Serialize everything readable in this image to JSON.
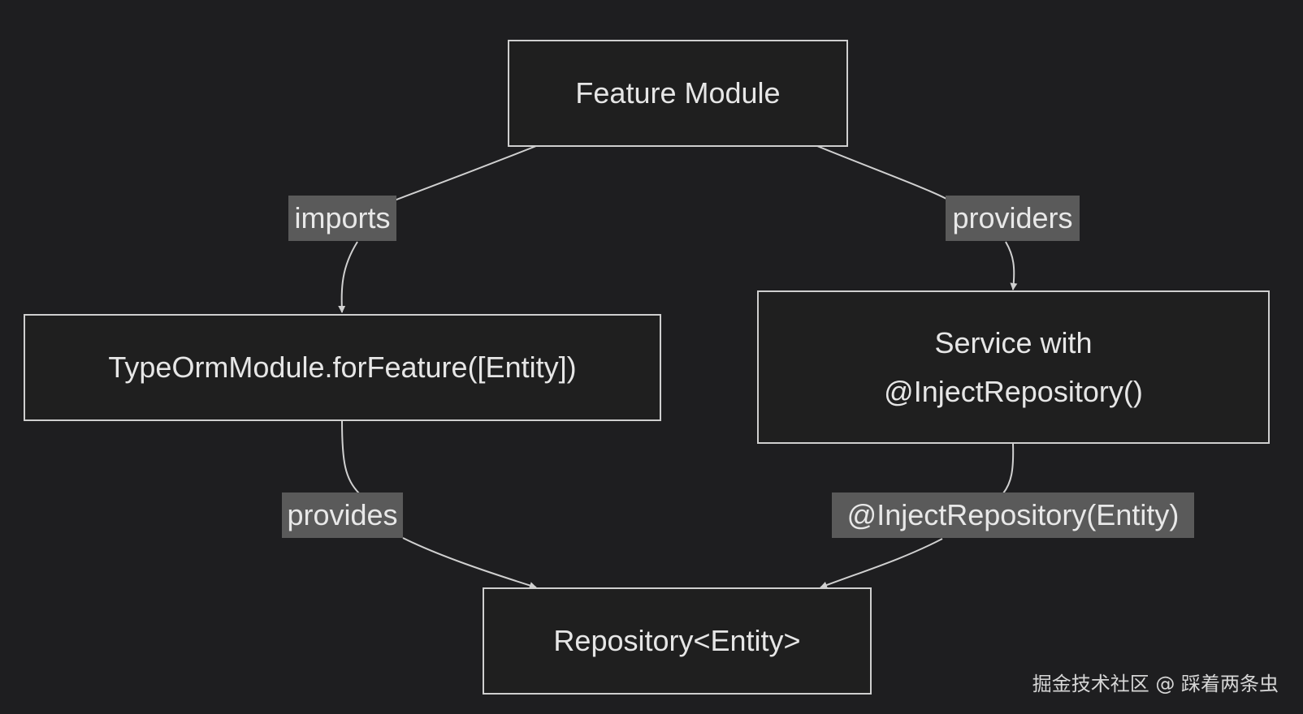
{
  "diagram": {
    "nodes": {
      "feature_module": "Feature Module",
      "typeorm_module": "TypeOrmModule.forFeature([Entity])",
      "service_line1": "Service with",
      "service_line2": "@InjectRepository()",
      "repository": "Repository<Entity>"
    },
    "edges": {
      "imports": "imports",
      "providers": "providers",
      "provides": "provides",
      "inject": "@InjectRepository(Entity)"
    }
  },
  "watermark": "掘金技术社区 @ 踩着两条虫",
  "colors": {
    "background": "#1e1e20",
    "node_fill": "#1f1f1f",
    "node_border": "#cfcfcf",
    "edge_line": "#d0d0d0",
    "edge_label_bg": "#5a5a5a",
    "text": "#e6e6e6"
  }
}
